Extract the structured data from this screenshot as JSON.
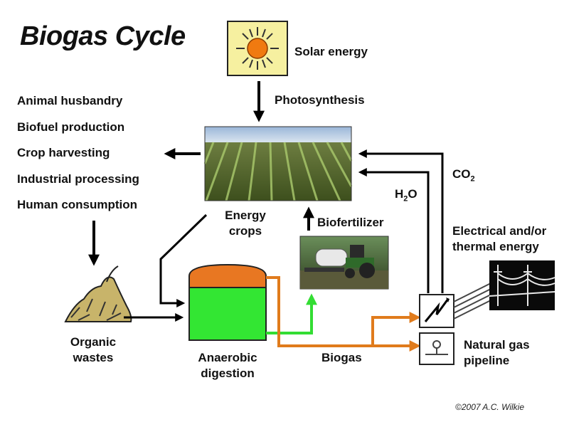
{
  "title": "Biogas Cycle",
  "labels": {
    "solar": "Solar energy",
    "photosynthesis": "Photosynthesis",
    "energy_crops": [
      "Energy",
      "crops"
    ],
    "biofertilizer": "Biofertilizer",
    "co2": "CO",
    "co2_sub": "2",
    "h2o": "H",
    "h2o_sub": "2",
    "h2o_tail": "O",
    "electrical": [
      "Electrical and/or",
      "thermal energy"
    ],
    "organic": [
      "Organic",
      "wastes"
    ],
    "anaerobic": [
      "Anaerobic",
      "digestion"
    ],
    "biogas": "Biogas",
    "natural_gas": [
      "Natural gas",
      "pipeline"
    ]
  },
  "uses": [
    "Animal husbandry",
    "Biofuel production",
    "Crop harvesting",
    "Industrial processing",
    "Human consumption"
  ],
  "credit": "©2007 A.C. Wilkie",
  "colors": {
    "solar_box": "#f6f0a0",
    "sun": "#f07a10",
    "digester_top": "#e87722",
    "digester_body": "#33e633",
    "biogas_line": "#e07b1c",
    "green_line": "#33dd33",
    "black": "#000000"
  }
}
